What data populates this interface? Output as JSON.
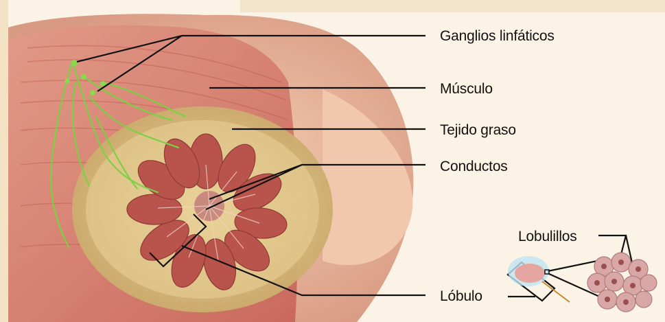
{
  "labels": {
    "lymph_nodes": "Ganglios linfáticos",
    "muscle": "Músculo",
    "fatty_tissue": "Tejido graso",
    "ducts": "Conductos",
    "lobe": "Lóbulo",
    "lobules": "Lobulillos"
  },
  "colors": {
    "background": "#fbf3e6",
    "skin": "#efc3a6",
    "muscle": "#d98575",
    "fat": "#e6cf8e",
    "lobe": "#b9544c",
    "lymph": "#7bd043",
    "leader_line": "#111111"
  }
}
